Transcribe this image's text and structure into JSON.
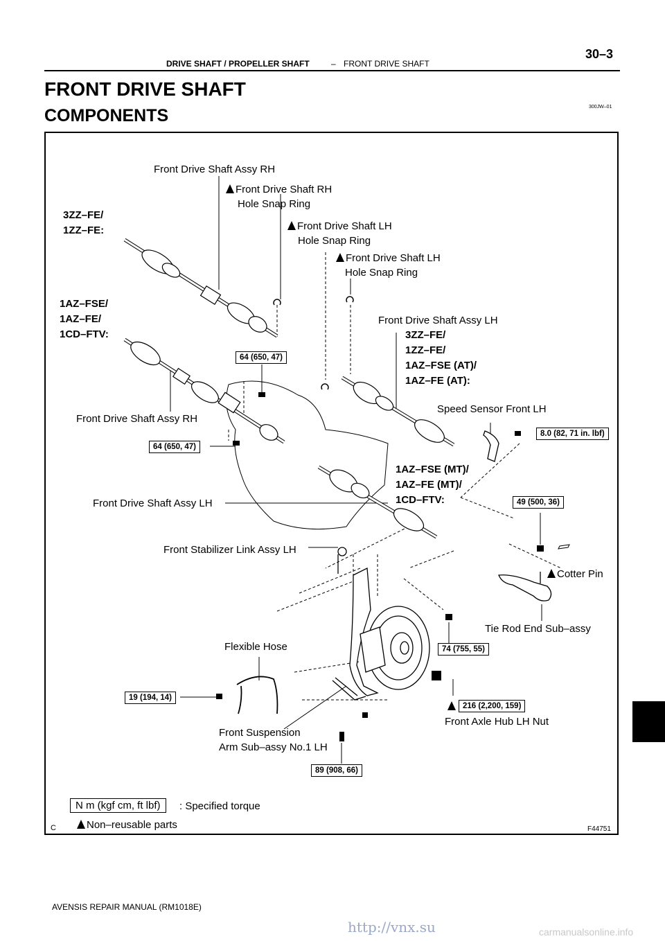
{
  "header": {
    "section": "DRIVE SHAFT / PROPELLER SHAFT",
    "dash": "–",
    "subsection": "FRONT DRIVE SHAFT",
    "page_number": "30–3"
  },
  "title": "FRONT DRIVE SHAFT",
  "subtitle": "COMPONENTS",
  "doc_code": "300JW–01",
  "figure": {
    "label_fds_assy_rh_top": "Front Drive Shaft Assy RH",
    "label_rh_snap_ring": [
      "Front Drive Shaft RH",
      "Hole Snap Ring"
    ],
    "label_lh_snap_ring_1": [
      "Front Drive Shaft LH",
      "Hole Snap Ring"
    ],
    "label_lh_snap_ring_2": [
      "Front Drive Shaft LH",
      "Hole Snap Ring"
    ],
    "engine_group_1": [
      "3ZZ–FE/",
      "1ZZ–FE:"
    ],
    "engine_group_2": [
      "1AZ–FSE/",
      "1AZ–FE/",
      "1CD–FTV:"
    ],
    "label_fds_assy_lh_top": "Front Drive Shaft Assy LH",
    "engine_group_3": [
      "3ZZ–FE/",
      "1ZZ–FE/",
      "1AZ–FSE (AT)/",
      "1AZ–FE (AT):"
    ],
    "label_fds_assy_rh_mid": "Front Drive Shaft Assy RH",
    "label_speed_sensor": "Speed Sensor Front LH",
    "engine_group_4": [
      "1AZ–FSE (MT)/",
      "1AZ–FE (MT)/",
      "1CD–FTV:"
    ],
    "label_fds_assy_lh_mid": "Front Drive Shaft Assy LH",
    "label_stabilizer_link": "Front Stabilizer Link Assy LH",
    "label_cotter_pin": "Cotter Pin",
    "label_tie_rod_end": "Tie Rod End Sub–assy",
    "label_flexible_hose": "Flexible Hose",
    "label_axle_hub_nut": "Front Axle Hub LH Nut",
    "label_suspension_arm": [
      "Front Suspension",
      "Arm Sub–assy No.1 LH"
    ],
    "torques": {
      "t1": "64 (650, 47)",
      "t2": "64 (650, 47)",
      "t3": "8.0 (82, 71 in. lbf)",
      "t4": "49 (500, 36)",
      "t5": "74 (755, 55)",
      "t6": "19 (194, 14)",
      "t7": "216 (2,200, 159)",
      "t8": "89 (908, 66)"
    },
    "legend_torque_box": "N m (kgf cm, ft lbf)",
    "legend_torque_text": ": Specified torque",
    "legend_nonreusable": "Non–reusable parts",
    "corner_c": "C",
    "figure_code": "F44751"
  },
  "footer": "AVENSIS REPAIR MANUAL   (RM1018E)",
  "watermark": "http://vnx.su",
  "watermark2": "carmanualsonline.info"
}
